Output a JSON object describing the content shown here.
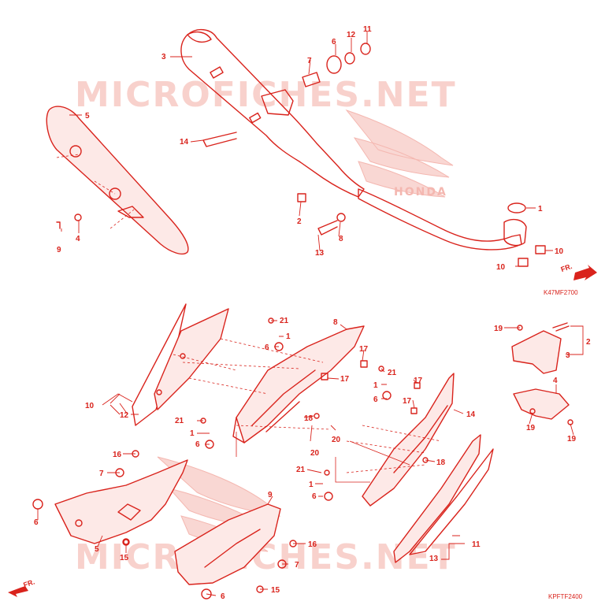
{
  "watermark": {
    "text": "MICROFICHES.NET",
    "brand": "HONDA"
  },
  "colors": {
    "line": "#d9231c",
    "watermark": "#f7c9c4",
    "background": "#ffffff"
  },
  "diagram_codes": {
    "top": "K47MF2700",
    "bottom": "KPFTF2400"
  },
  "direction_label": "FR.",
  "top_callouts": {
    "c3": "3",
    "c6": "6",
    "c12": "12",
    "c11": "11",
    "c7": "7",
    "c5": "5",
    "c14": "14",
    "c2": "2",
    "c9": "9",
    "c4": "4",
    "c8": "8",
    "c13": "13",
    "c1": "1",
    "c10a": "10",
    "c10b": "10"
  },
  "bottom_callouts": {
    "c21a": "21",
    "c1a": "1",
    "c6a": "6",
    "c8": "8",
    "c17a": "17",
    "c17b": "17",
    "c21b": "21",
    "c1b": "1",
    "c6b": "6",
    "c17c": "17",
    "c17d": "17",
    "c14": "14",
    "c10": "10",
    "c12": "12",
    "c18a": "18",
    "c21c": "21",
    "c1c": "1",
    "c6c": "6",
    "c20a": "20",
    "c20b": "20",
    "c18b": "18",
    "c16a": "16",
    "c7a": "7",
    "c6d": "6",
    "c5": "5",
    "c15a": "15",
    "c9": "9",
    "c21d": "21",
    "c1d": "1",
    "c6e": "6",
    "c16b": "16",
    "c7b": "7",
    "c6f": "6",
    "c15b": "15",
    "c11": "11",
    "c13": "13",
    "c19a": "19",
    "c2": "2",
    "c3": "3",
    "c4": "4",
    "c19b": "19",
    "c19c": "19"
  }
}
